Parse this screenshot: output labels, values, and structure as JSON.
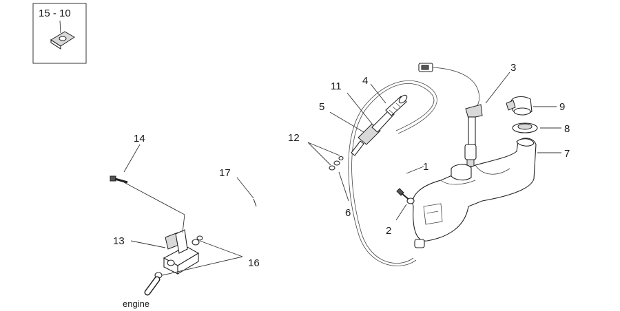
{
  "inset": {
    "label": "15 - 10"
  },
  "callouts": [
    {
      "id": "1",
      "text": "1"
    },
    {
      "id": "2",
      "text": "2"
    },
    {
      "id": "3",
      "text": "3"
    },
    {
      "id": "4",
      "text": "4"
    },
    {
      "id": "5",
      "text": "5"
    },
    {
      "id": "6",
      "text": "6"
    },
    {
      "id": "7",
      "text": "7"
    },
    {
      "id": "8",
      "text": "8"
    },
    {
      "id": "9",
      "text": "9"
    },
    {
      "id": "11",
      "text": "11"
    },
    {
      "id": "12",
      "text": "12"
    },
    {
      "id": "13",
      "text": "13"
    },
    {
      "id": "14",
      "text": "14"
    },
    {
      "id": "16",
      "text": "16"
    },
    {
      "id": "17",
      "text": "17"
    }
  ],
  "notes": {
    "engine": "engine"
  }
}
